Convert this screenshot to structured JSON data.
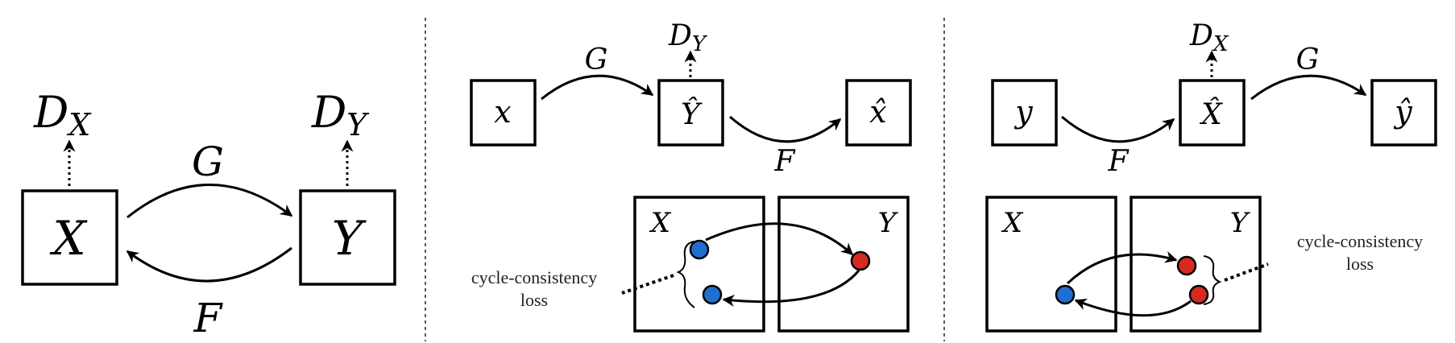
{
  "colors": {
    "blue": "#1f6fd0",
    "red": "#d42a1f"
  },
  "panel_a": {
    "node_x": "X",
    "node_y": "Y",
    "disc_x": "D",
    "disc_x_sub": "X",
    "disc_y": "D",
    "disc_y_sub": "Y",
    "map_g": "G",
    "map_f": "F"
  },
  "panel_b": {
    "node_input": "x",
    "node_mid": "Ŷ",
    "node_out": "x̂",
    "disc": "D",
    "disc_sub": "Y",
    "map_g": "G",
    "map_f": "F",
    "domain_x": "X",
    "domain_y": "Y",
    "loss_line1": "cycle-consistency",
    "loss_line2": "loss"
  },
  "panel_c": {
    "node_input": "y",
    "node_mid": "X̂",
    "node_out": "ŷ",
    "disc": "D",
    "disc_sub": "X",
    "map_f": "F",
    "map_g": "G",
    "domain_x": "X",
    "domain_y": "Y",
    "loss_line1": "cycle-consistency",
    "loss_line2": "loss"
  }
}
